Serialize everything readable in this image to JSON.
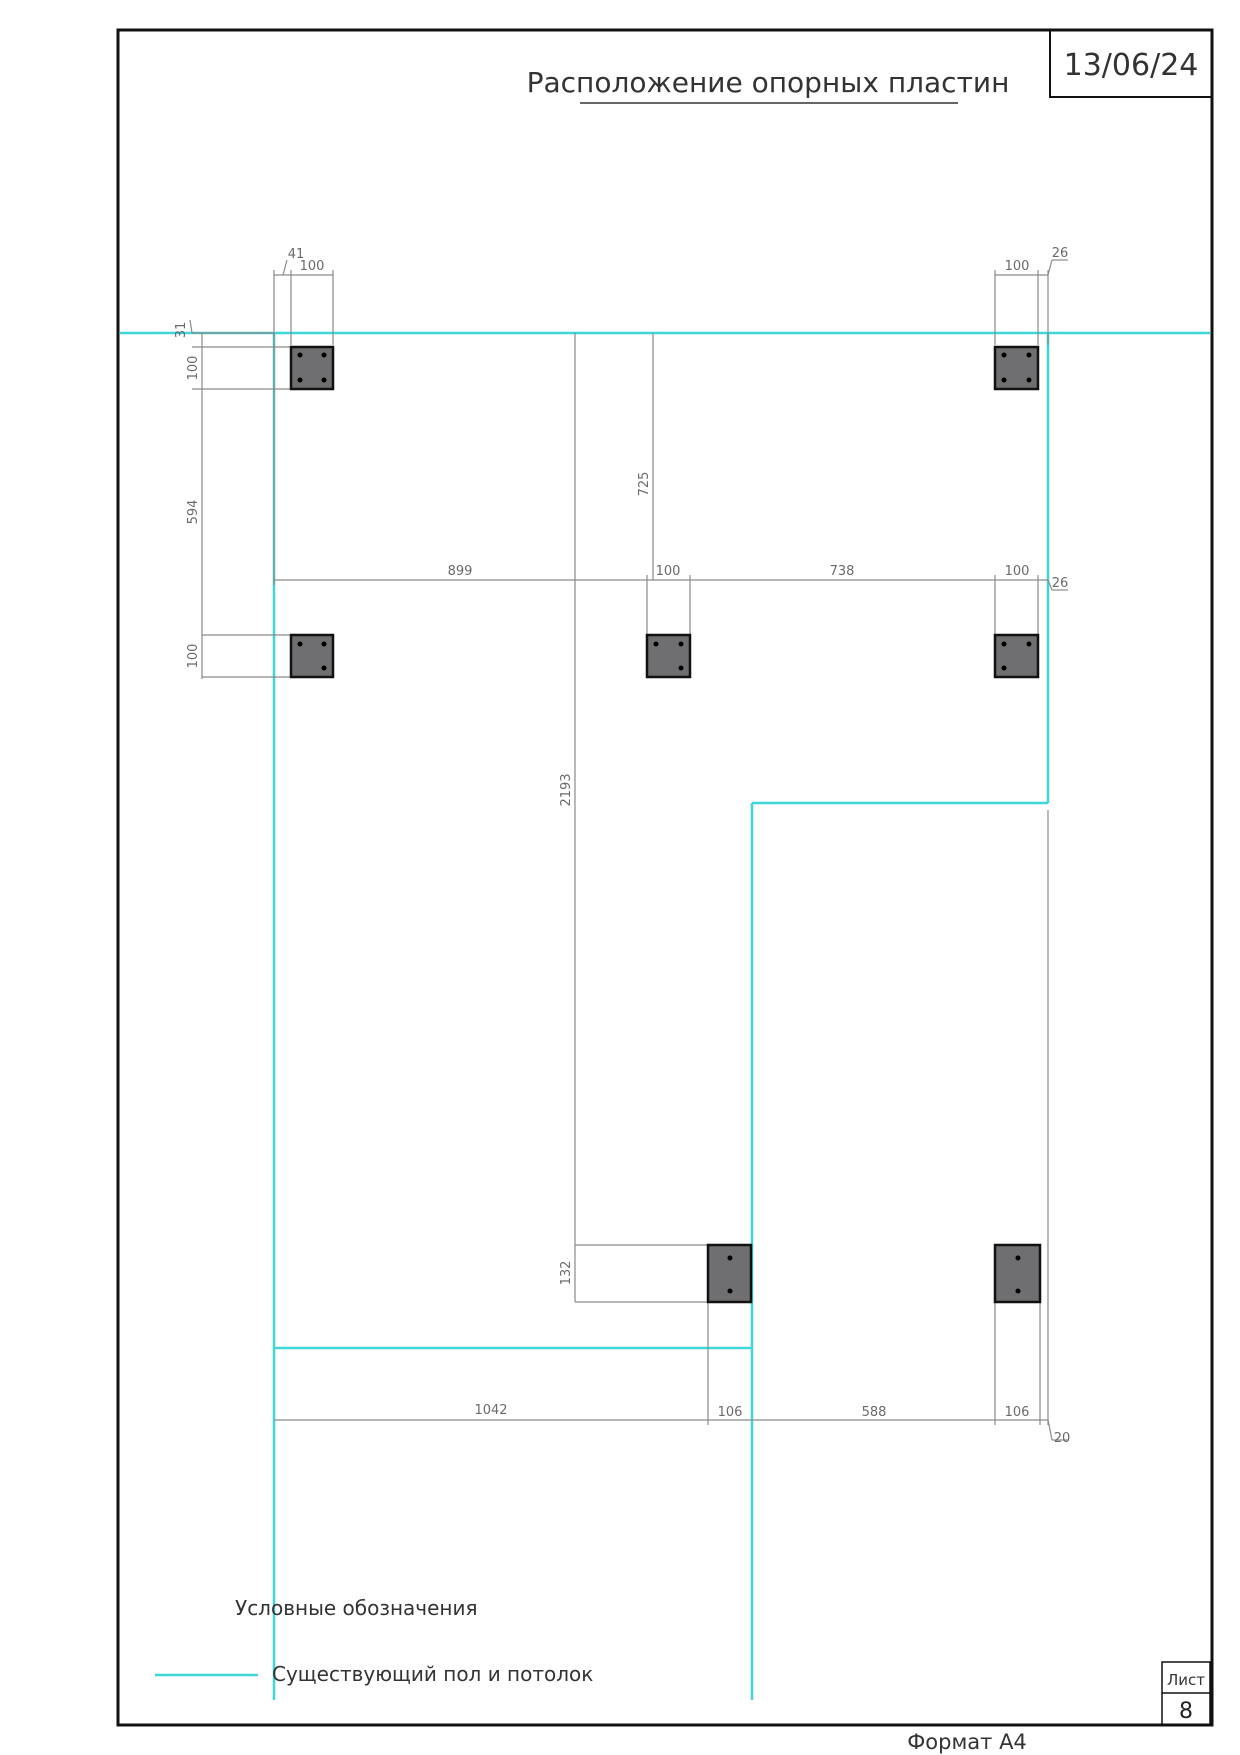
{
  "drawing": {
    "title": "Расположение опорных пластин",
    "date": "13/06/24",
    "sheet_label": "Лист",
    "sheet_number": "8",
    "format": "Формат А4"
  },
  "legend": {
    "heading": "Условные обозначения",
    "items": [
      {
        "label": "Существующий пол и потолок",
        "color": "#3ed6d6"
      }
    ]
  },
  "dimensions": {
    "top_left_offset": "41",
    "top_left_width": "100",
    "top_right_width": "100",
    "top_right_offset": "26",
    "left_top_offset": "31",
    "left_plate_height": "100",
    "left_gap": "594",
    "left_plate2_height": "100",
    "mid_vertical": "725",
    "row2_span": "899",
    "row2_center_width": "100",
    "row2_gap": "738",
    "row2_right_width": "100",
    "row2_right_offset": "26",
    "long_vertical": "2193",
    "bottom_plate_height": "132",
    "bottom_span": "1042",
    "bottom_center_width": "106",
    "bottom_gap": "588",
    "bottom_right_width": "106",
    "bottom_right_offset": "20"
  },
  "colors": {
    "floor_line": "#3ed6d6",
    "frame": "#111111",
    "dimension_line": "#8a8a8a",
    "plate_fill": "#6f6f71"
  }
}
